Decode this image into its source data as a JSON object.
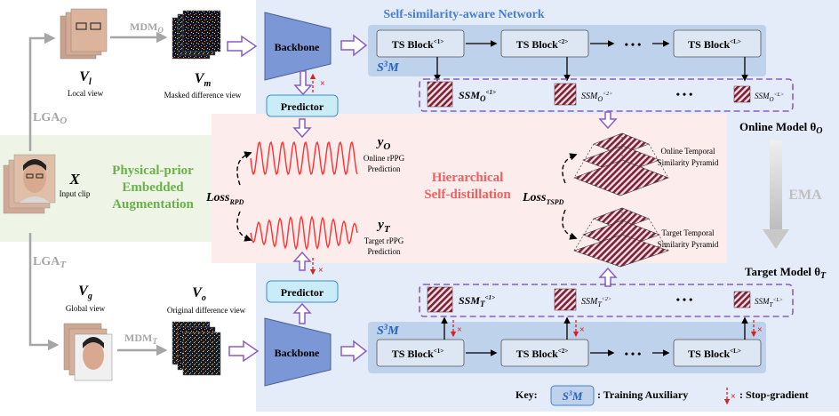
{
  "labels": {
    "title": "Self-similarity-aware Network",
    "input_symbol": "X",
    "input_label": "Input clip",
    "augmentation": [
      "Physical-prior",
      "Embedded",
      "Augmentation"
    ],
    "lga_o": "LGA",
    "lga_t": "LGA",
    "mdm_o": "MDM",
    "mdm_t": "MDM",
    "sub_o": "O",
    "sub_t": "T",
    "vl_symbol": "V",
    "vl_sub": "l",
    "vl_label": "Local view",
    "vm_symbol": "V",
    "vm_sub": "m",
    "vm_label": "Masked difference view",
    "vg_symbol": "V",
    "vg_sub": "g",
    "vg_label": "Global view",
    "vo_symbol": "V",
    "vo_sub": "o",
    "vo_label": "Original difference view",
    "backbone": "Backbone",
    "predictor": "Predictor",
    "ts_block": "TS Block",
    "ts_sup": [
      "<1>",
      "<2>",
      "<L>"
    ],
    "s3m_main": "S",
    "s3m_sup": "3",
    "s3m_end": "M",
    "ssm": "SSM",
    "ssm_sup": [
      "<1>",
      "<2>",
      "<L>"
    ],
    "dots": "• • •",
    "y_symbol": "y",
    "online_pred": [
      "Online rPPG",
      "Prediction"
    ],
    "target_pred": [
      "Target rPPG",
      "Prediction"
    ],
    "loss": "Loss",
    "loss_rpd": "RPD",
    "loss_tspd": "TSPD",
    "hierarchical": [
      "Hierarchical",
      "Self-distillation"
    ],
    "online_pyr": [
      "Online Temporal",
      "Similarity Pyramid"
    ],
    "target_pyr": [
      "Target Temporal",
      "Similarity Pyramid"
    ],
    "online_model": "Online Model θ",
    "target_model": "Target Model θ",
    "ema": "EMA",
    "key": "Key:",
    "key_aux": ": Training Auxiliary",
    "key_stop": ": Stop-gradient"
  },
  "colors": {
    "network_bg": "#e3ecf8",
    "hsd_bg": "#fdecec",
    "aug_bg": "#eef5e6",
    "backbone": "#7b97d6",
    "ts_block": "#dde6f3",
    "s3m_band": "#bfd2ec",
    "predictor": "#c9ecf7",
    "purple": "#8a5cc4",
    "title_blue": "#4a7fd0",
    "aug_green": "#6bb04a",
    "hsd_red": "#f06060",
    "wave_red": "#ff3030",
    "ssm_dark": "#7a2338",
    "gray": "#a6a6a6"
  }
}
